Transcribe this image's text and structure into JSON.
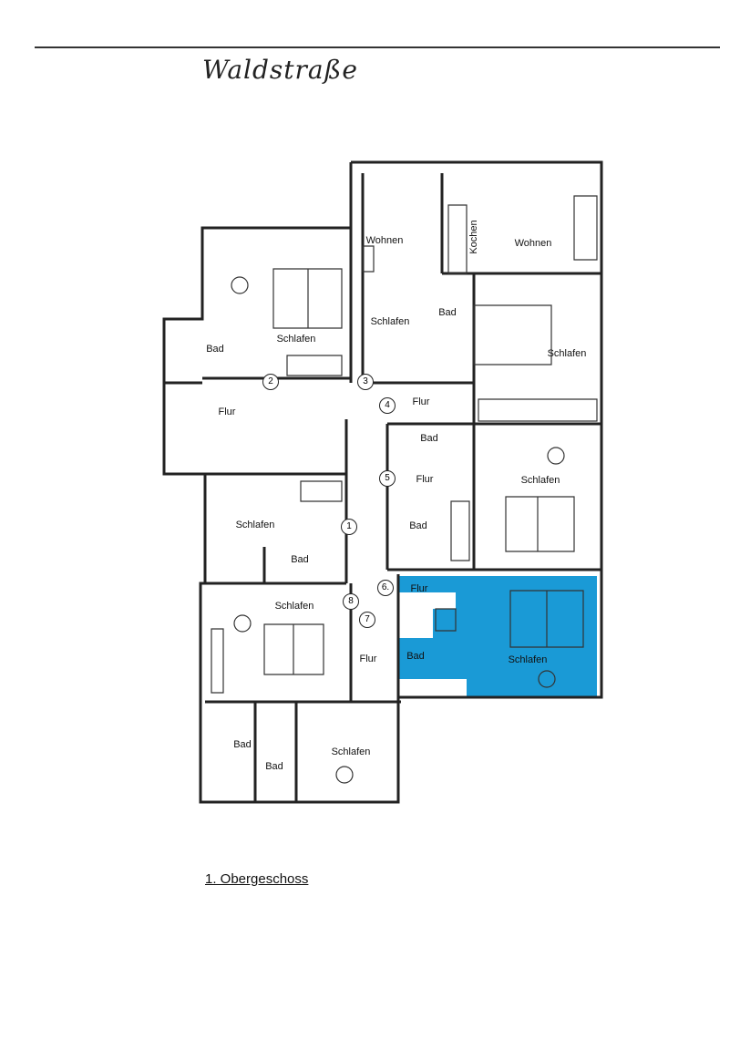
{
  "header": {
    "street": "Waldstraße"
  },
  "footer": {
    "floor": "1. Obergeschoss"
  },
  "colors": {
    "highlight": "#1a9ad6",
    "line": "#222222"
  },
  "rooms": [
    {
      "label": "Wohnen"
    },
    {
      "label": "Wohnen"
    },
    {
      "label": "Kochen"
    },
    {
      "label": "Schlafen"
    },
    {
      "label": "Schlafen"
    },
    {
      "label": "Bad"
    },
    {
      "label": "Schlafen"
    },
    {
      "label": "Bad"
    },
    {
      "label": "Flur"
    },
    {
      "label": "Flur"
    },
    {
      "label": "Bad"
    },
    {
      "label": "Flur"
    },
    {
      "label": "Schlafen"
    },
    {
      "label": "Bad"
    },
    {
      "label": "Schlafen"
    },
    {
      "label": "Bad"
    },
    {
      "label": "Schlafen"
    },
    {
      "label": "Flur"
    },
    {
      "label": "Flur"
    },
    {
      "label": "Bad"
    },
    {
      "label": "Schlafen"
    },
    {
      "label": "Bad"
    },
    {
      "label": "Bad"
    },
    {
      "label": "Schlafen"
    }
  ],
  "units": [
    "1",
    "2",
    "3",
    "4",
    "5",
    "6.",
    "7",
    "8"
  ]
}
